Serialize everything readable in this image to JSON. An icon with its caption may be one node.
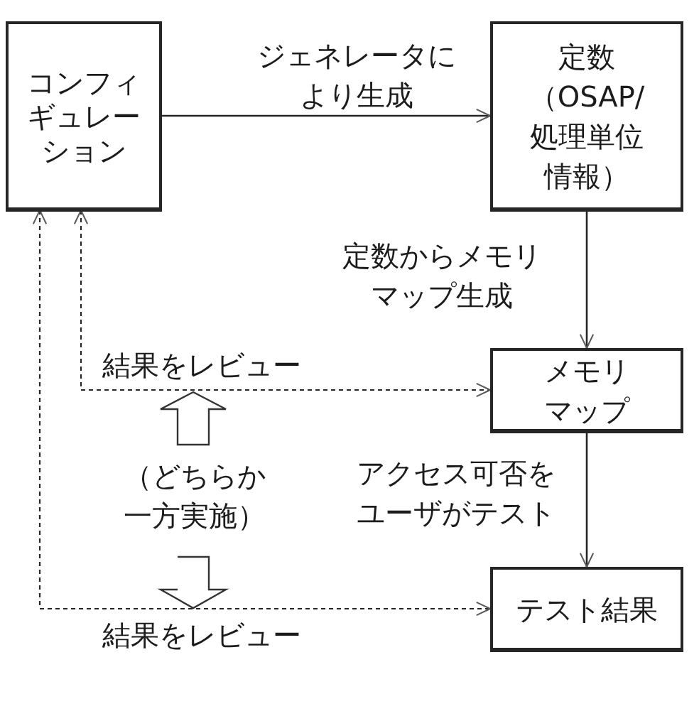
{
  "diagram": {
    "nodes": [
      {
        "text": [
          "コンフィギュレーション"
        ]
      },
      {
        "text": [
          "定数（OSAP/処理単位情報）"
        ]
      },
      {
        "text": [
          "メモリマップ"
        ]
      },
      {
        "text": [
          "テスト結果"
        ]
      }
    ],
    "edges": [
      {
        "from": 0,
        "to": 1,
        "arrow": "to",
        "label": "ジェネレータにより生成"
      },
      {
        "from": 1,
        "to": 2,
        "arrow": "to",
        "label": "定数からメモリマップ生成"
      },
      {
        "from": 2,
        "to": 3,
        "arrow": "to",
        "label": "アクセス可否をユーザがテスト"
      },
      {
        "from": 0,
        "to": 2,
        "arrow": "both",
        "label": "結果をレビュー",
        "style": "dashed"
      },
      {
        "from": 0,
        "to": 3,
        "arrow": "both",
        "label": "結果をレビュー",
        "style": "dashed"
      }
    ],
    "labels": [
      "（どちらか一方実施）"
    ]
  }
}
